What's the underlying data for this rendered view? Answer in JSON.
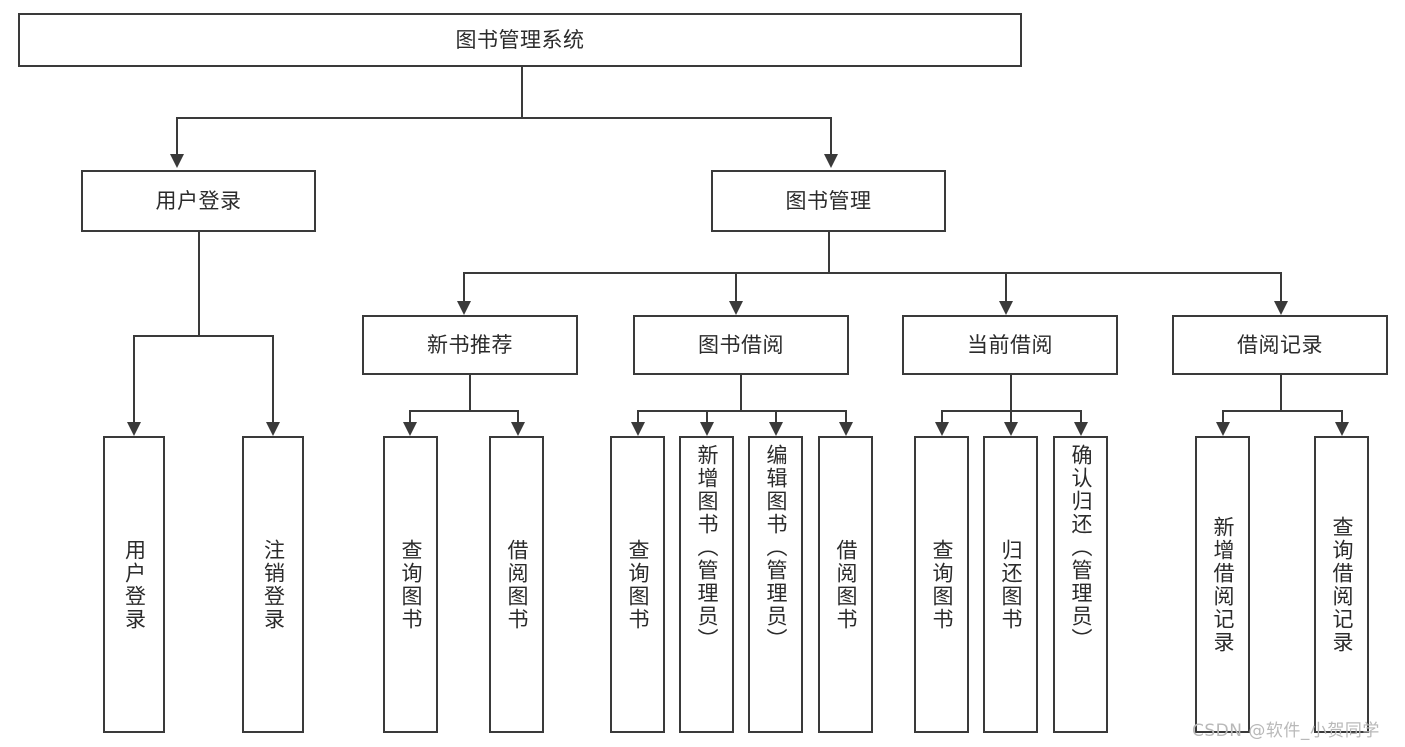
{
  "diagram": {
    "kind": "functional-structure-tree",
    "root": {
      "id": "root",
      "label": "图书管理系统"
    },
    "level2": [
      {
        "id": "user-login",
        "label": "用户登录"
      },
      {
        "id": "book-manage",
        "label": "图书管理"
      }
    ],
    "level3": [
      {
        "id": "new-book-recommend",
        "label": "新书推荐"
      },
      {
        "id": "book-borrow",
        "label": "图书借阅"
      },
      {
        "id": "current-borrow",
        "label": "当前借阅"
      },
      {
        "id": "borrow-record",
        "label": "借阅记录"
      }
    ],
    "leaves": [
      {
        "id": "leaf-user-login",
        "label": "用户登录",
        "parent": "用户登录"
      },
      {
        "id": "leaf-logout-login",
        "label": "注销登录",
        "parent": "用户登录"
      },
      {
        "id": "leaf-query-book-1",
        "label": "查询图书",
        "parent": "新书推荐"
      },
      {
        "id": "leaf-borrow-book-1",
        "label": "借阅图书",
        "parent": "新书推荐"
      },
      {
        "id": "leaf-query-book-2",
        "label": "查询图书",
        "parent": "图书借阅"
      },
      {
        "id": "leaf-add-book",
        "label": "新增图书（管理员）",
        "parent": "图书借阅"
      },
      {
        "id": "leaf-edit-book",
        "label": "编辑图书（管理员）",
        "parent": "图书借阅"
      },
      {
        "id": "leaf-borrow-book-2",
        "label": "借阅图书",
        "parent": "图书借阅"
      },
      {
        "id": "leaf-query-book-3",
        "label": "查询图书",
        "parent": "当前借阅"
      },
      {
        "id": "leaf-return-book",
        "label": "归还图书",
        "parent": "当前借阅"
      },
      {
        "id": "leaf-confirm-return",
        "label": "确认归还（管理员）",
        "parent": "当前借阅"
      },
      {
        "id": "leaf-add-borrow-record",
        "label": "新增借阅记录",
        "parent": "借阅记录"
      },
      {
        "id": "leaf-query-borrow-record",
        "label": "查询借阅记录",
        "parent": "借阅记录"
      }
    ]
  },
  "watermark": {
    "text": "CSDN @软件_小贺同学"
  },
  "colors": {
    "stroke": "#3a3a3a",
    "text": "#2b2b2b",
    "background": "#ffffff",
    "watermark": "#b9b9b9"
  }
}
